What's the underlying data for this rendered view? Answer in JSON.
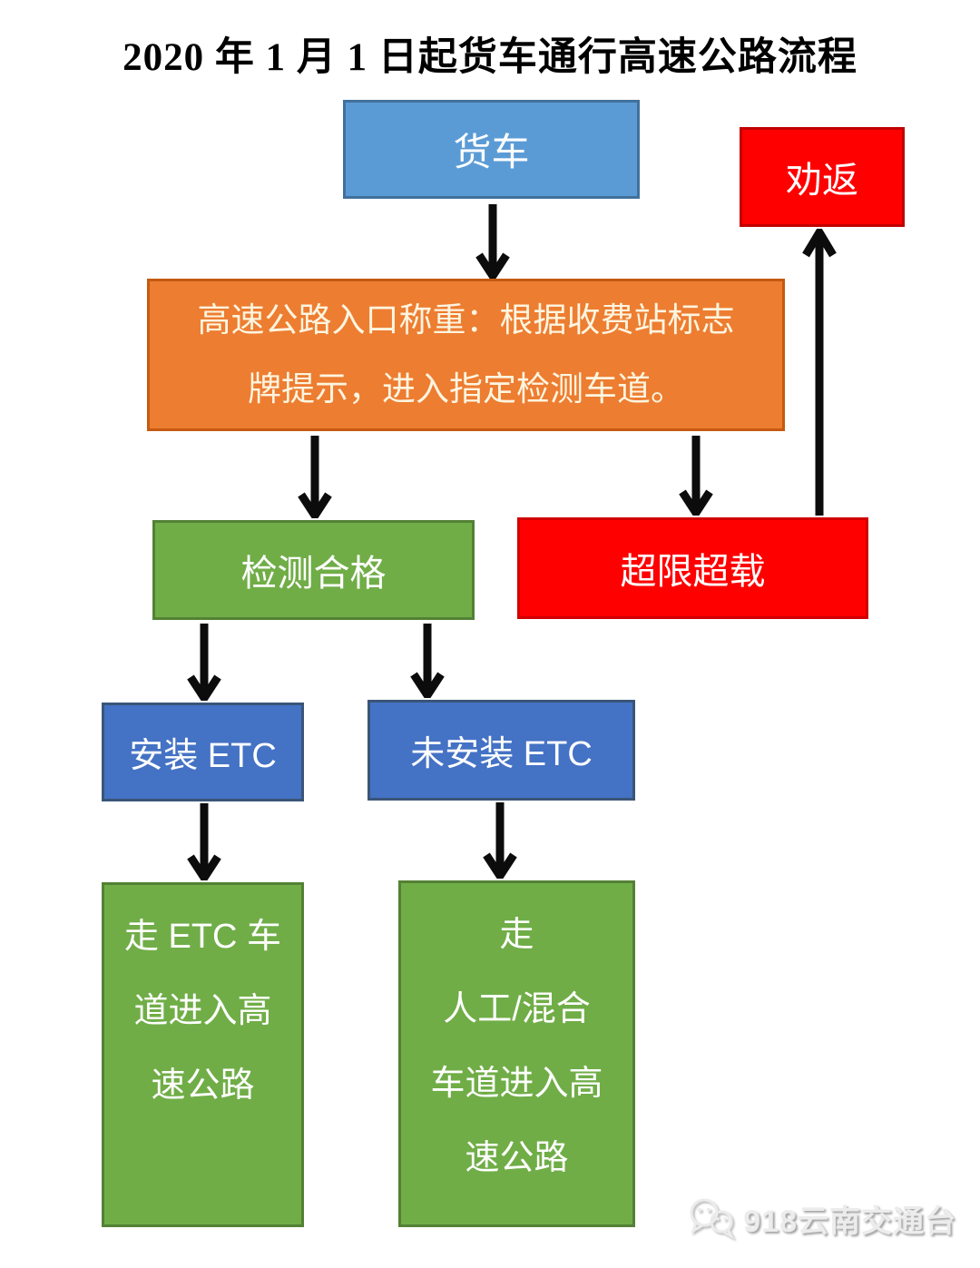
{
  "title": "2020 年 1 月 1 日起货车通行高速公路流程",
  "colors": {
    "truck_blue": "#5b9bd5",
    "etc_blue": "#4472c4",
    "process_orange": "#ed7d31",
    "ok_green": "#70ad47",
    "alert_red": "#ff0000",
    "arrow_black": "#0c0c0c"
  },
  "nodes": {
    "truck": {
      "label": "货车"
    },
    "return": {
      "label": "劝返"
    },
    "weigh": {
      "lines": [
        "高速公路入口称重：根据收费站标志",
        "牌提示，进入指定检测车道。"
      ]
    },
    "pass": {
      "label": "检测合格"
    },
    "overload": {
      "label": "超限超载"
    },
    "etc_installed": {
      "label": "安装 ETC"
    },
    "etc_not_installed": {
      "label": "未安装 ETC"
    },
    "etc_lane": {
      "lines": [
        "走 ETC 车",
        "道进入高",
        "速公路"
      ]
    },
    "manual_lane": {
      "lines": [
        "走",
        "人工/混合",
        "车道进入高",
        "速公路"
      ]
    }
  },
  "edges": [
    {
      "from": "truck",
      "to": "weigh"
    },
    {
      "from": "weigh",
      "to": "pass"
    },
    {
      "from": "weigh",
      "to": "overload"
    },
    {
      "from": "overload",
      "to": "return"
    },
    {
      "from": "pass",
      "to": "etc_installed"
    },
    {
      "from": "pass",
      "to": "etc_not_installed"
    },
    {
      "from": "etc_installed",
      "to": "etc_lane"
    },
    {
      "from": "etc_not_installed",
      "to": "manual_lane"
    }
  ],
  "watermark": {
    "text": "918云南交通台",
    "icon": "wechat-icon"
  }
}
